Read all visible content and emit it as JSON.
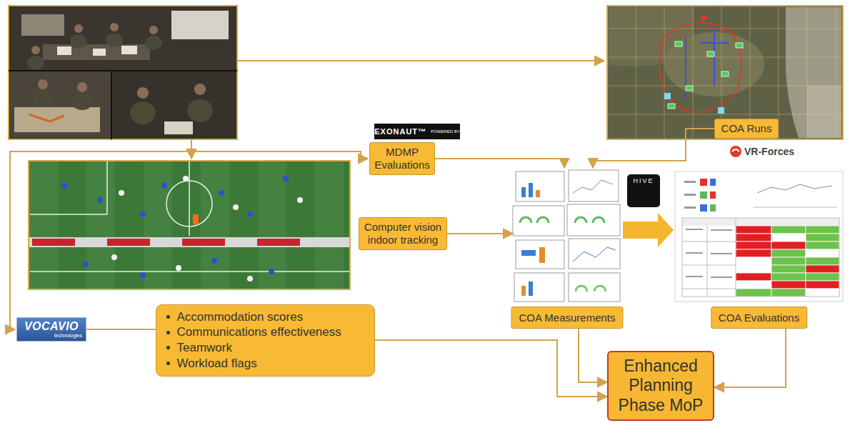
{
  "diagram": {
    "nodes": [
      {
        "text": [
          "COA Runs"
        ]
      },
      {
        "text": [
          "EXONAUT™",
          "POWERED BY"
        ]
      },
      {
        "text": [
          "MDMP Evaluations"
        ]
      },
      {
        "text": [
          "Computer vision indoor tracking"
        ]
      },
      {
        "text": [
          "COA Measurements"
        ]
      },
      {
        "text": [
          "HIVE"
        ]
      },
      {
        "text": [
          "COA Evaluations"
        ]
      },
      {
        "text": [
          "VOCAVIO",
          "technologies"
        ]
      },
      {
        "text": [
          "Accommodation scores",
          "Communications effectiveness",
          "Teamwork",
          "Workload flags"
        ]
      },
      {
        "text": [
          "Enhanced Planning Phase MoP"
        ]
      }
    ],
    "edges": [
      {
        "from": 0,
        "to": 4,
        "arrow": "to"
      },
      {
        "from": 2,
        "to": 4,
        "arrow": "to"
      },
      {
        "from": 3,
        "to": 4,
        "arrow": "to"
      },
      {
        "from": 4,
        "to": 6,
        "arrow": "to"
      },
      {
        "from": 7,
        "to": 8,
        "arrow": "none"
      },
      {
        "from": 8,
        "to": 9,
        "arrow": "to"
      },
      {
        "from": 4,
        "to": 9,
        "arrow": "to"
      },
      {
        "from": 6,
        "to": 9,
        "arrow": "to"
      }
    ],
    "labels": [
      "VR-Forces"
    ]
  }
}
